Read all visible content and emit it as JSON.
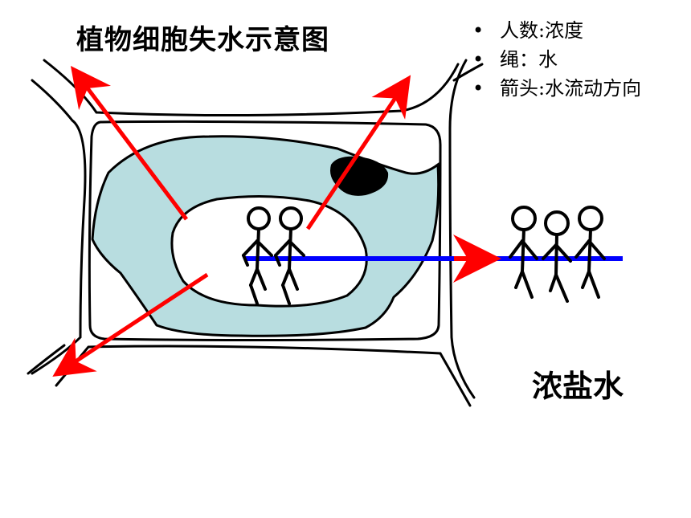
{
  "title": "植物细胞失水示意图",
  "legend": {
    "items": [
      {
        "bullet": "•",
        "text": "人数:浓度"
      },
      {
        "bullet": "•",
        "text": "绳：水"
      },
      {
        "bullet": "•",
        "text": "箭头:水流动方向"
      }
    ]
  },
  "outside_label": "浓盐水",
  "colors": {
    "cytoplasm": "#b8dde0",
    "arrow": "#ff0000",
    "rope": "#0000ff",
    "outline": "#000000"
  },
  "icons": {
    "person": "stick-figure-icon",
    "arrow": "arrow-icon"
  },
  "people": {
    "inside_count": 2,
    "outside_count": 3
  }
}
